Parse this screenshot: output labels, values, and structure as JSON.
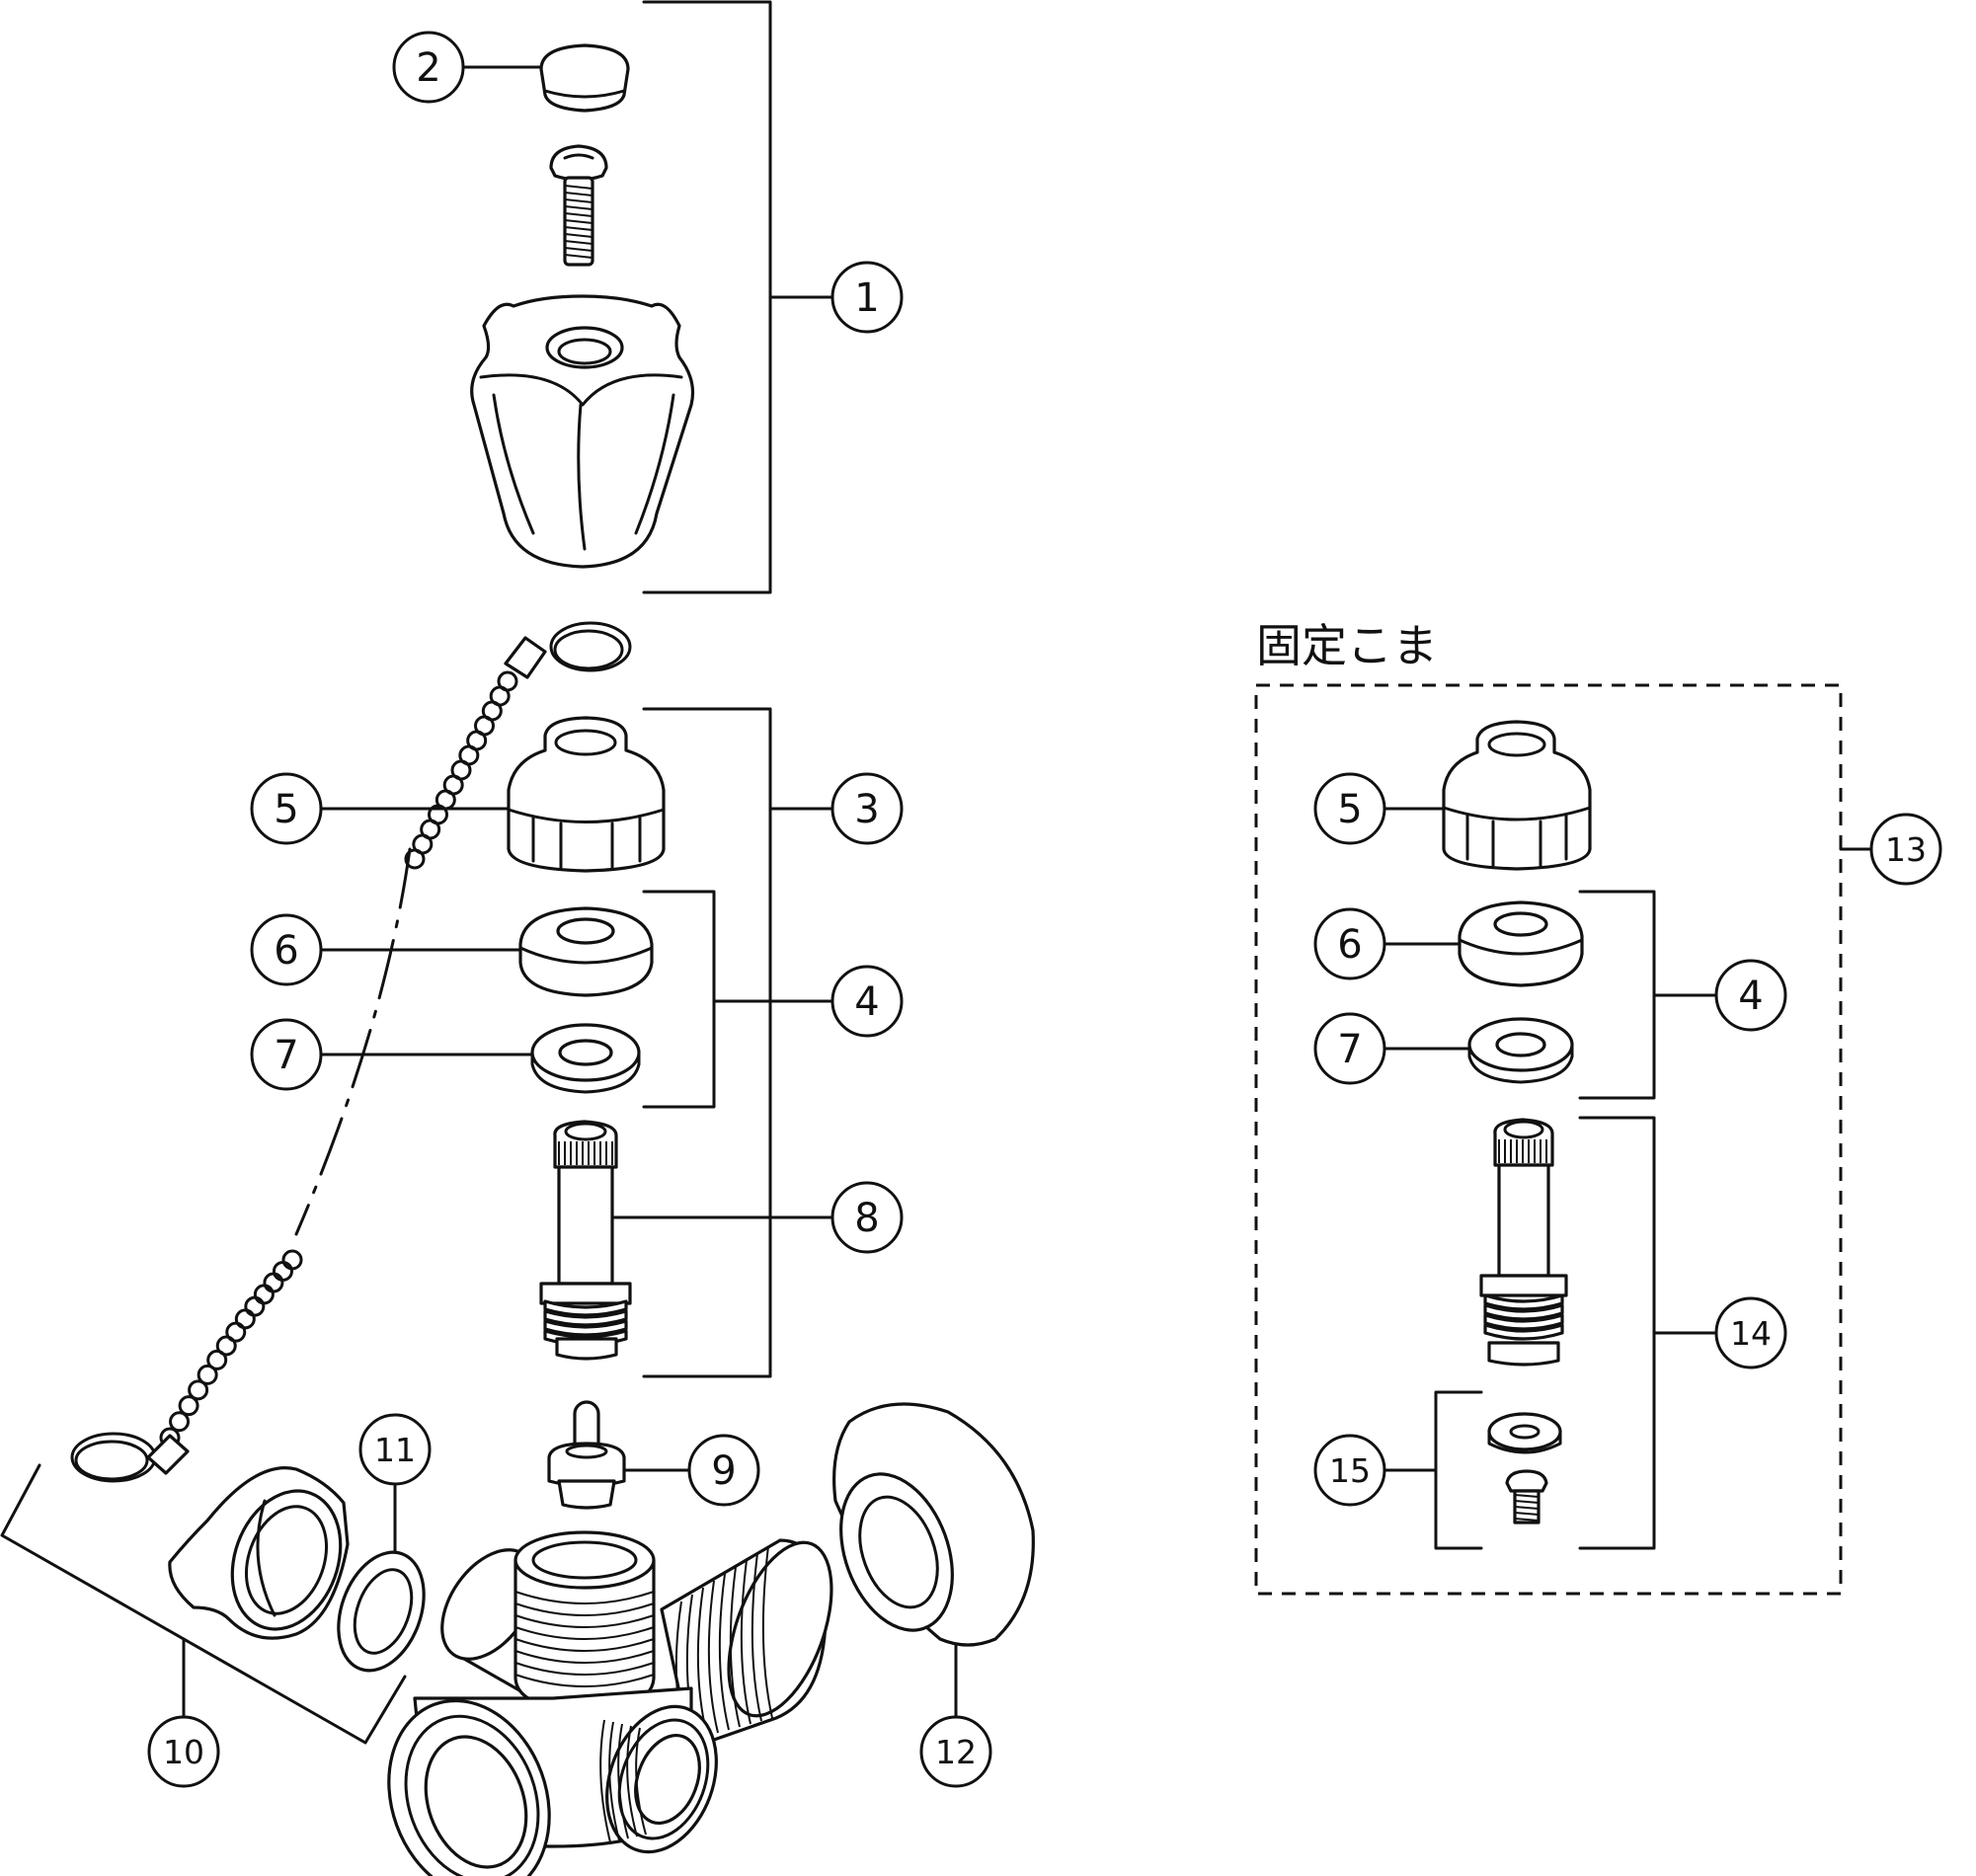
{
  "inset_box": {
    "title": "固定こま"
  },
  "callouts": {
    "c1": "1",
    "c2": "2",
    "c3": "3",
    "c4": "4",
    "c5": "5",
    "c6": "6",
    "c7": "7",
    "c8": "8",
    "c9": "9",
    "c10": "10",
    "c11": "11",
    "c12": "12",
    "c13": "13",
    "r5": "5",
    "r4": "4",
    "r6": "6",
    "r7": "7",
    "r14": "14",
    "r15": "15"
  }
}
